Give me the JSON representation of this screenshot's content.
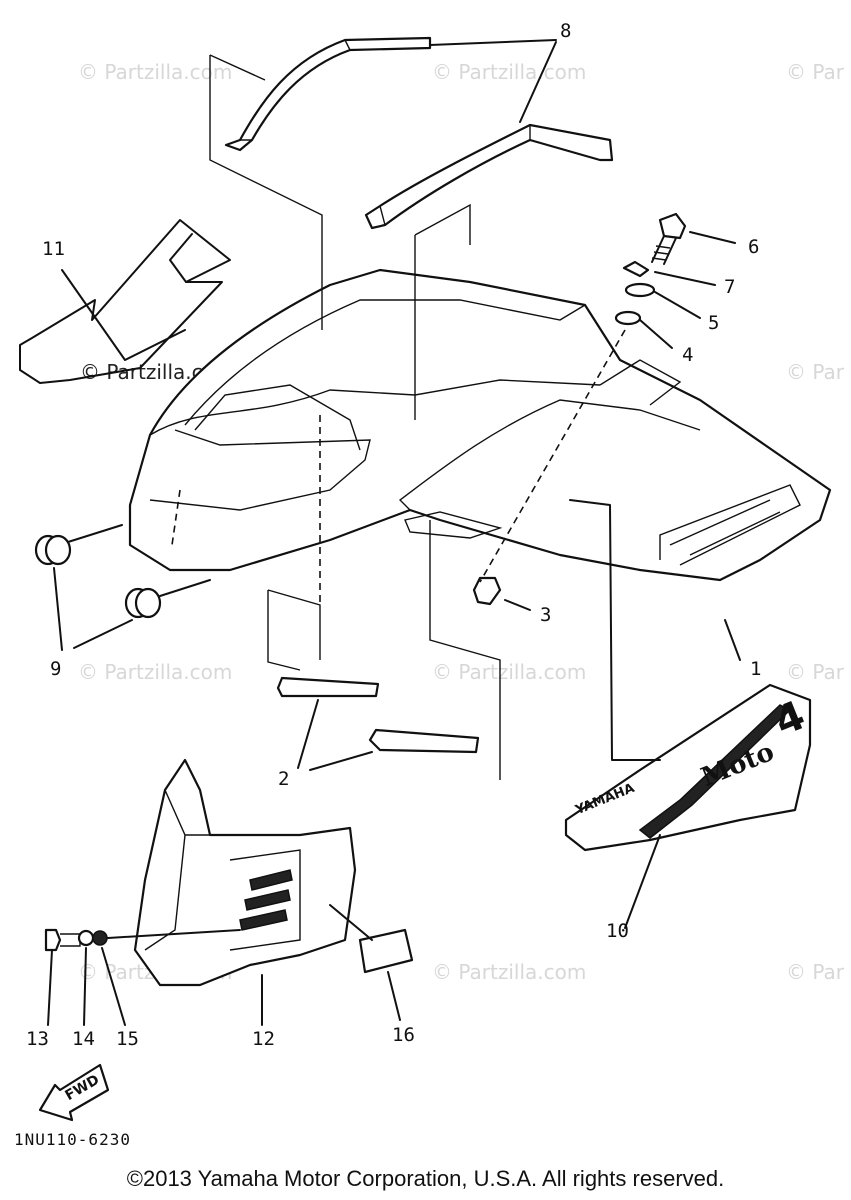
{
  "watermark": {
    "text": "© Partzilla.com",
    "edge_text": "© Par"
  },
  "callouts": {
    "c1": "1",
    "c2": "2",
    "c3": "3",
    "c4": "4",
    "c5": "5",
    "c6": "6",
    "c7": "7",
    "c8": "8",
    "c9": "9",
    "c10": "10",
    "c11": "11",
    "c12": "12",
    "c13": "13",
    "c14": "14",
    "c15": "15",
    "c16": "16"
  },
  "diagram_code": "1NU110-6230",
  "fwd_label": "FWD",
  "decal": {
    "brand": "YAMAHA",
    "model": "Moto",
    "number": "4"
  },
  "copyright": "©2013 Yamaha Motor Corporation, U.S.A. All rights reserved.",
  "colors": {
    "line": "#111111",
    "watermark": "#d7d7d7",
    "background": "#ffffff"
  }
}
